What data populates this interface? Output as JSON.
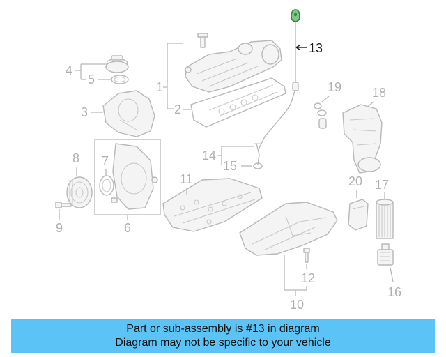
{
  "diagram": {
    "callouts": [
      "1",
      "2",
      "3",
      "4",
      "5",
      "6",
      "7",
      "8",
      "9",
      "10",
      "11",
      "12",
      "13",
      "14",
      "15",
      "16",
      "17",
      "18",
      "19",
      "20"
    ],
    "highlighted_part": "13",
    "highlight_color": "#2e8b3a",
    "line_color": "#b8b8b8"
  },
  "banner": {
    "line1": "Part or sub-assembly is #13 in diagram",
    "line2": "Diagram may not be specific to your vehicle",
    "background": "#5bc3f5"
  }
}
